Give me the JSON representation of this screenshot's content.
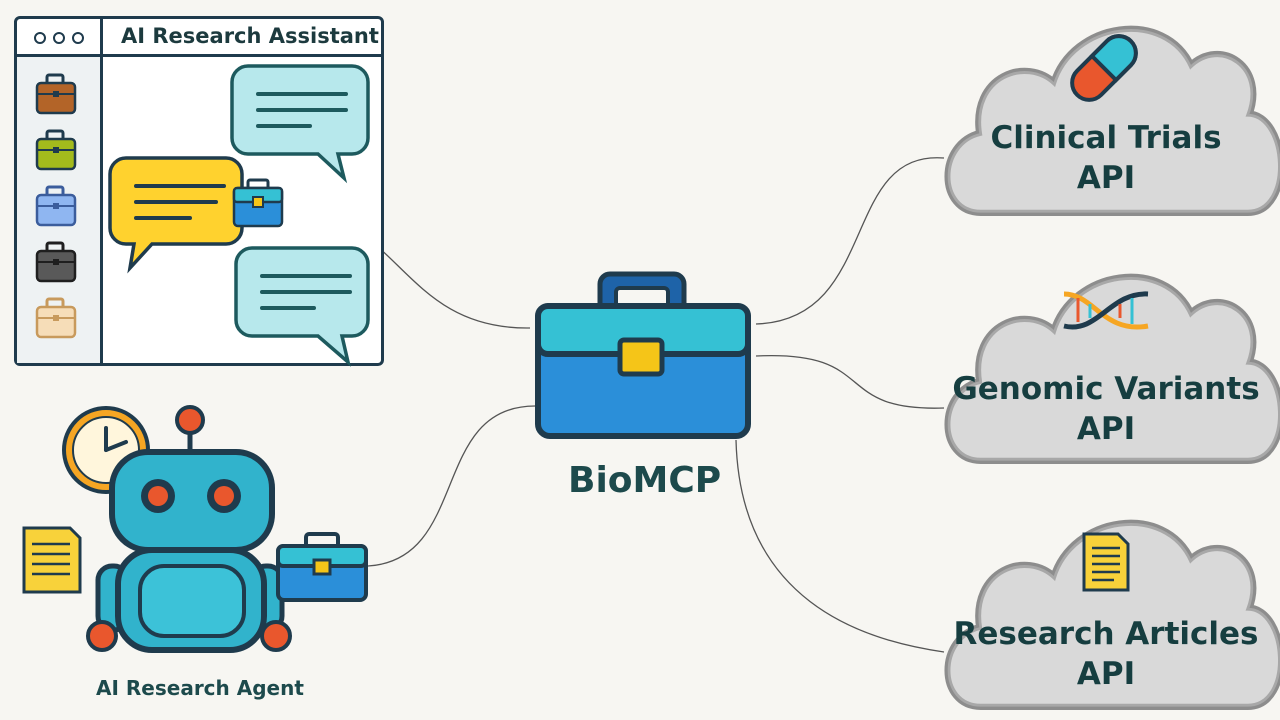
{
  "window": {
    "title": "AI Research Assistant",
    "tool_colors": [
      "#b36428",
      "#a3bb1c",
      "#8fb6f1",
      "#595959",
      "#f6ddb8"
    ]
  },
  "hub": {
    "label": "BioMCP"
  },
  "agent": {
    "label": "AI Research Agent"
  },
  "apis": [
    {
      "line1": "Clinical Trials",
      "line2": "API",
      "icon": "pill-icon"
    },
    {
      "line1": "Genomic Variants",
      "line2": "API",
      "icon": "dna-icon"
    },
    {
      "line1": "Research Articles",
      "line2": "API",
      "icon": "document-icon"
    }
  ],
  "colors": {
    "outline": "#1f3b4d",
    "toolbox_teal": "#35c1d4",
    "toolbox_blue": "#2b8fd9",
    "latch_yellow": "#f5c518",
    "bubble_teal": "#b7e8ec",
    "bubble_yellow": "#ffd22e",
    "cloud_fill": "#d9d9d9",
    "cloud_stroke": "#8d8d8d",
    "robot_body": "#31b3cc",
    "robot_accent": "#e9572d"
  }
}
